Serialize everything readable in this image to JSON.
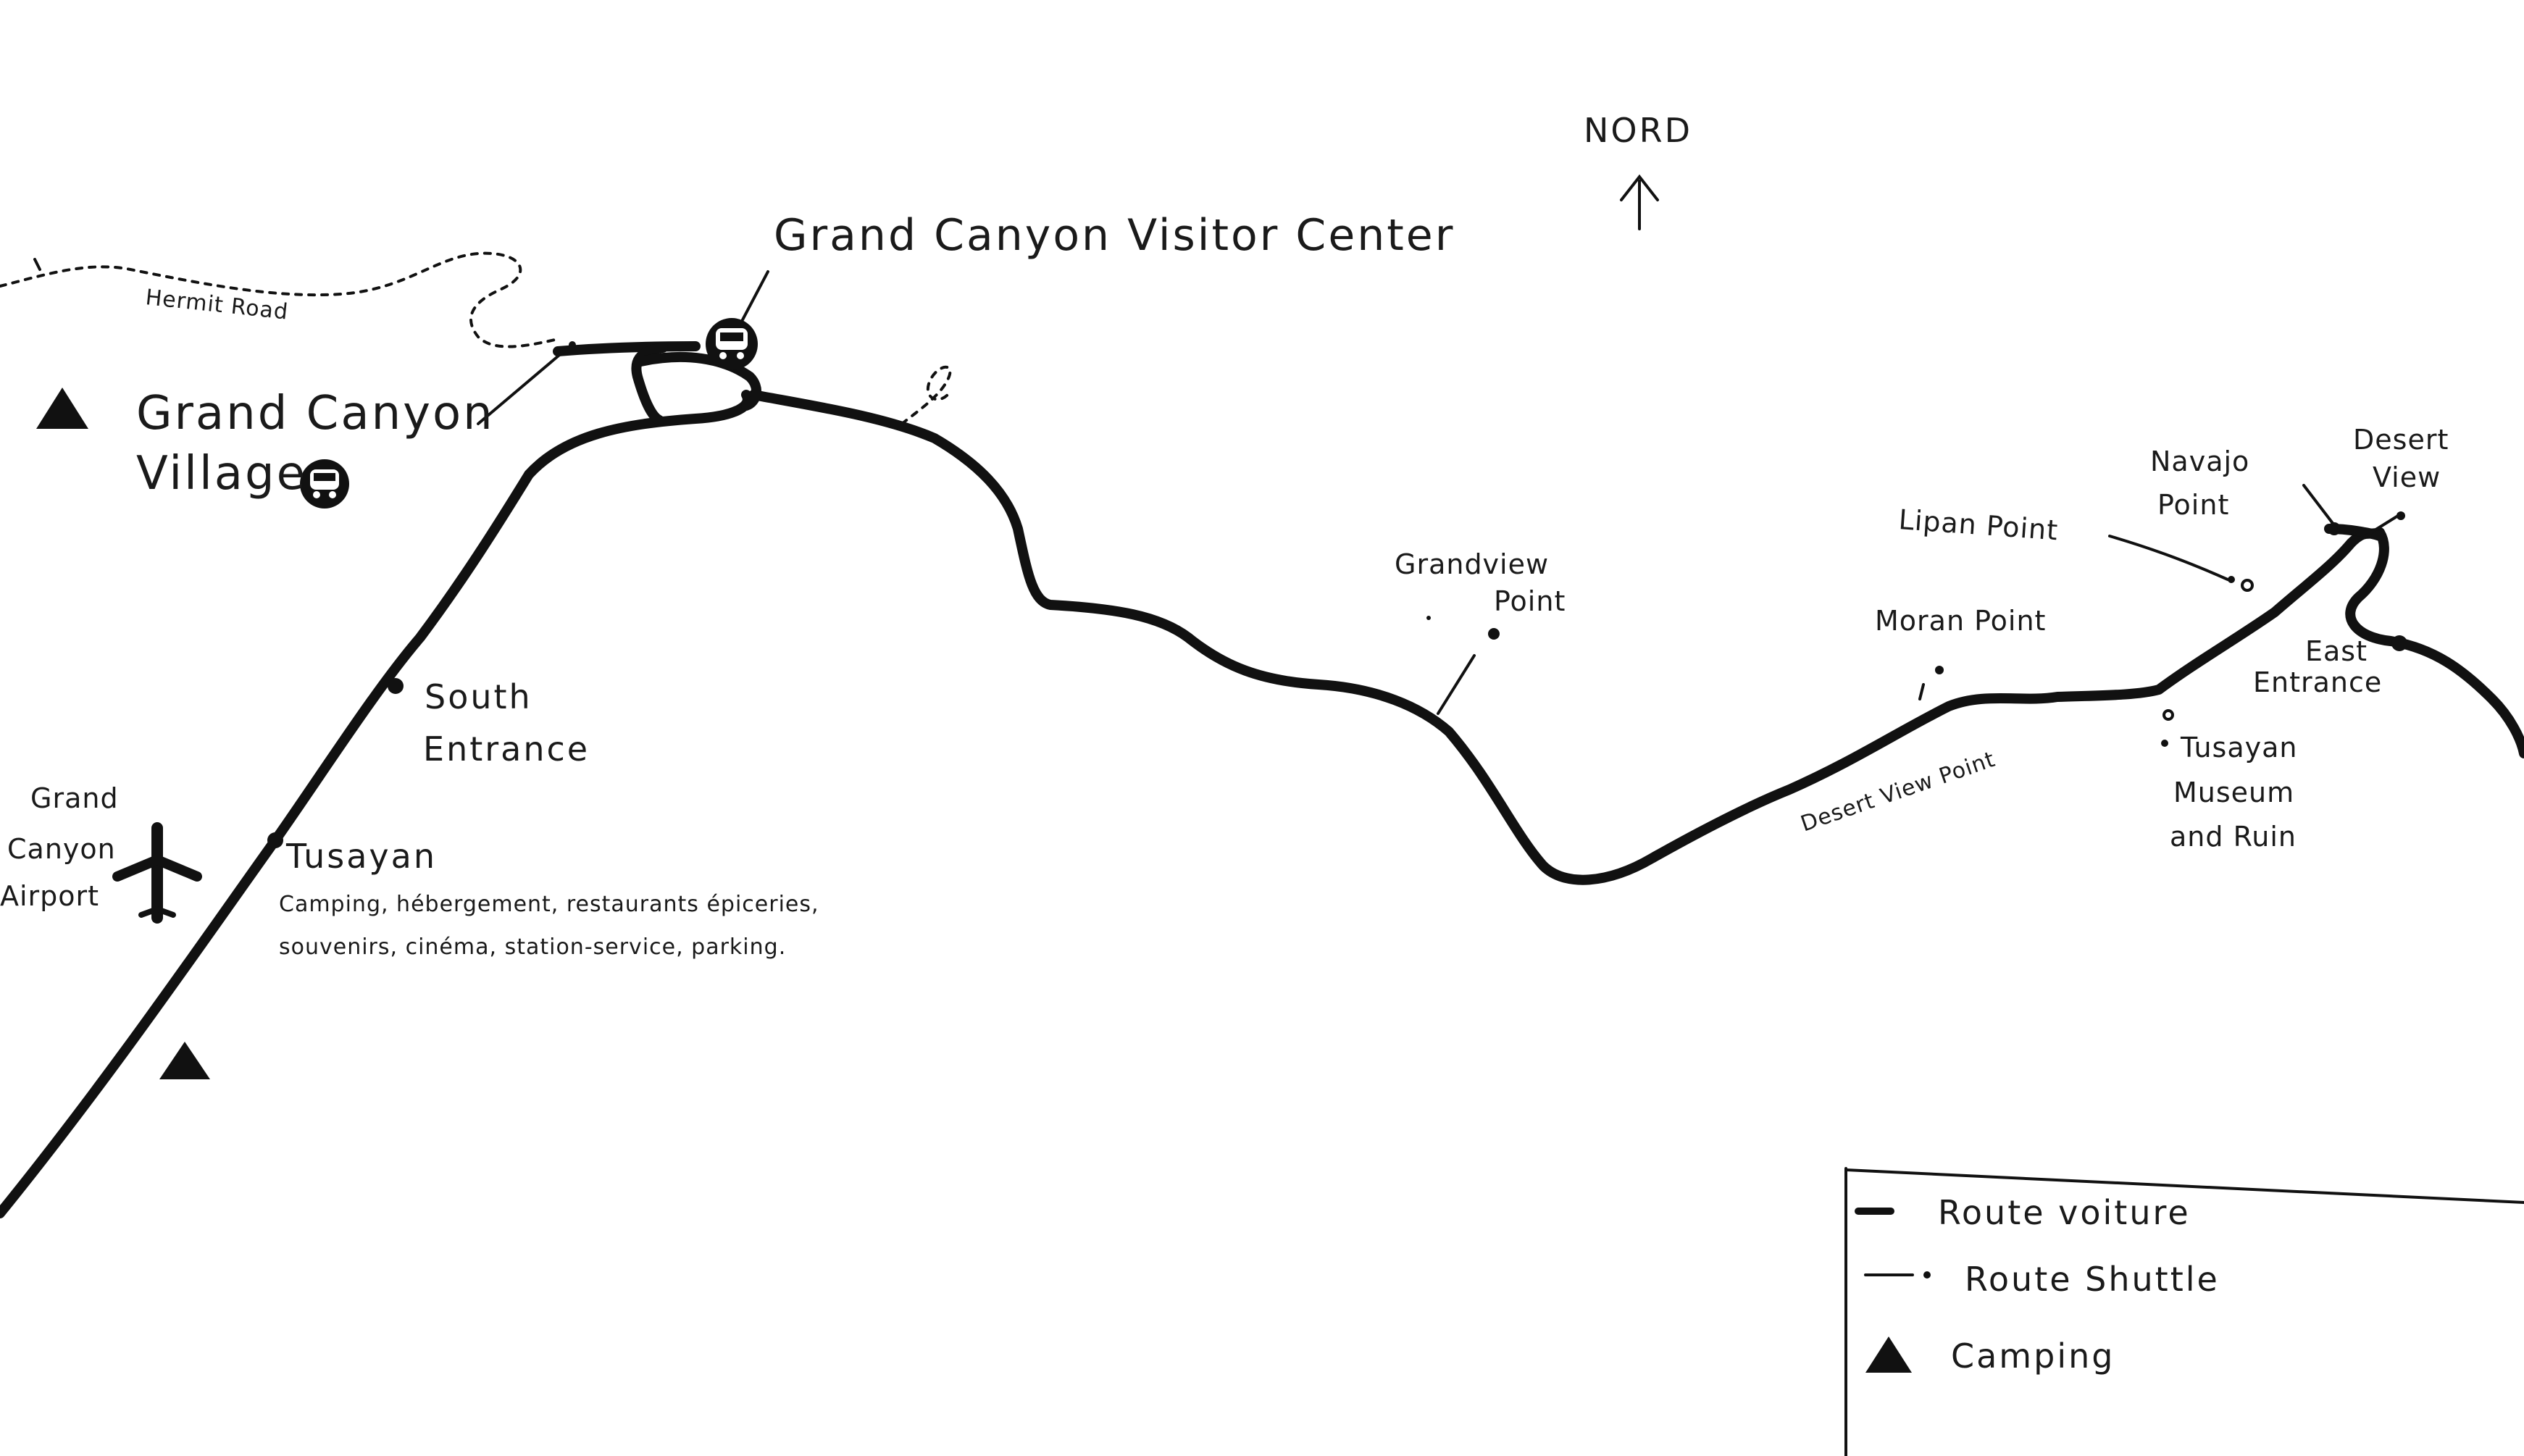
{
  "north": {
    "label": "NORD",
    "icon": "north-arrow-icon"
  },
  "places": {
    "visitor_center": "Grand Canyon Visitor Center",
    "village_line1": "Grand Canyon",
    "village_line2": "Village",
    "hermit_road": "Hermit Road",
    "south_entrance_line1": "South",
    "south_entrance_line2": "Entrance",
    "airport_line1": "Grand",
    "airport_line2": "Canyon",
    "airport_line3": "Airport",
    "tusayan": "Tusayan",
    "tusayan_desc_line1": "Camping, hébergement, restaurants épiceries,",
    "tusayan_desc_line2": "souvenirs, cinéma, station-service, parking.",
    "grandview_line1": "Grandview",
    "grandview_line2": "Point",
    "moran": "Moran Point",
    "desert_view_drive": "Desert View Point",
    "lipan": "Lipan Point",
    "navajo_line1": "Navajo",
    "navajo_line2": "Point",
    "desert_view_line1": "Desert",
    "desert_view_line2": "View",
    "east_entrance_line1": "East",
    "east_entrance_line2": "Entrance",
    "museum_line1": "Tusayan",
    "museum_line2": "Museum",
    "museum_line3": "and Ruin"
  },
  "legend": {
    "car_route": "Route voiture",
    "shuttle_route": "Route Shuttle",
    "camping": "Camping"
  },
  "icons": {
    "shuttle": "shuttle-bus-icon",
    "camping": "camping-tent-icon",
    "airport": "airplane-icon"
  }
}
